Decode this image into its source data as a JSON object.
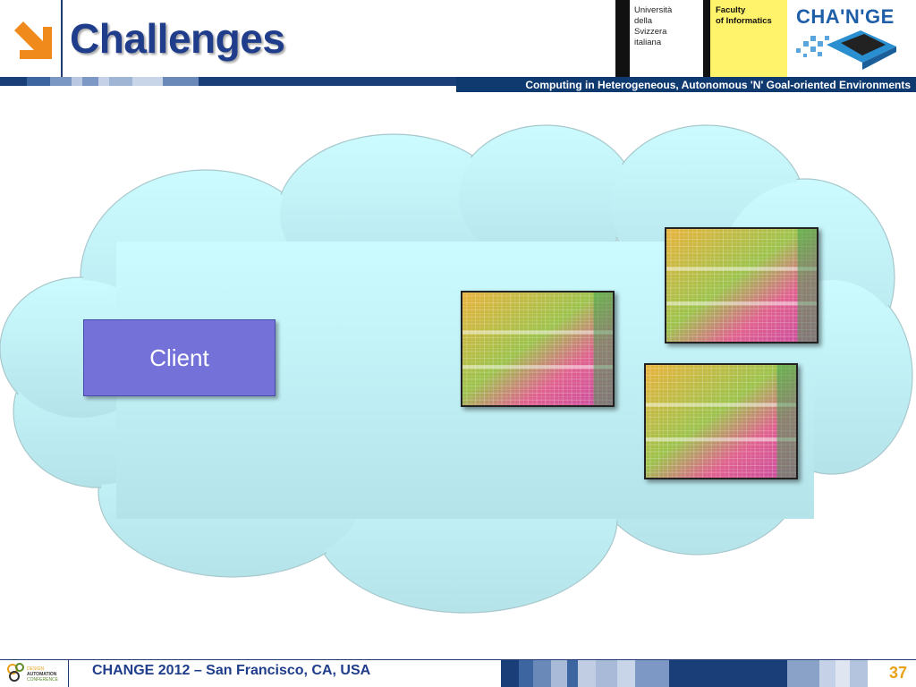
{
  "header": {
    "title": "Challenges",
    "university": [
      "Università",
      "della",
      "Svizzera",
      "italiana"
    ],
    "faculty": [
      "Faculty",
      "of Informatics"
    ],
    "project_logo": "CHA'N'GE",
    "subtitle": "Computing in Heterogeneous, Autonomous 'N' Goal-oriented Environments"
  },
  "diagram": {
    "client_label": "Client",
    "cloud_color": "#c8f6fb",
    "client_color": "#7472d8"
  },
  "footer": {
    "text": "CHANGE 2012 – San Francisco, CA, USA",
    "page_number": "37",
    "logo_text": [
      "DESIGN",
      "AUTOMATION",
      "CONFERENCE"
    ]
  },
  "icons": {
    "arrow": "arrow-down-right-icon"
  }
}
